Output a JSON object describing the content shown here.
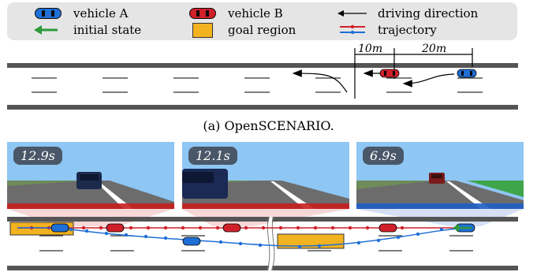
{
  "legend": {
    "vehicle_a": "vehicle A",
    "vehicle_b": "vehicle B",
    "driving_direction": "driving direction",
    "initial_state": "initial state",
    "goal_region": "goal region",
    "trajectory": "trajectory"
  },
  "diagram_a": {
    "dim_left": "10m",
    "dim_right": "20m",
    "caption": "(a) OpenSCENARIO."
  },
  "panels": [
    {
      "time": "12.9s"
    },
    {
      "time": "12.1s"
    },
    {
      "time": "6.9s"
    }
  ],
  "colors": {
    "vehicle_a": "#1f6fd6",
    "vehicle_b": "#d0202a",
    "goal_region": "#f3b21f",
    "initial_state": "#2e9a3a",
    "trajectory_red": "#d0202a",
    "trajectory_blue": "#1f6fd6",
    "legend_bg": "#e5e5e5",
    "sky": "#8ec6f4"
  }
}
